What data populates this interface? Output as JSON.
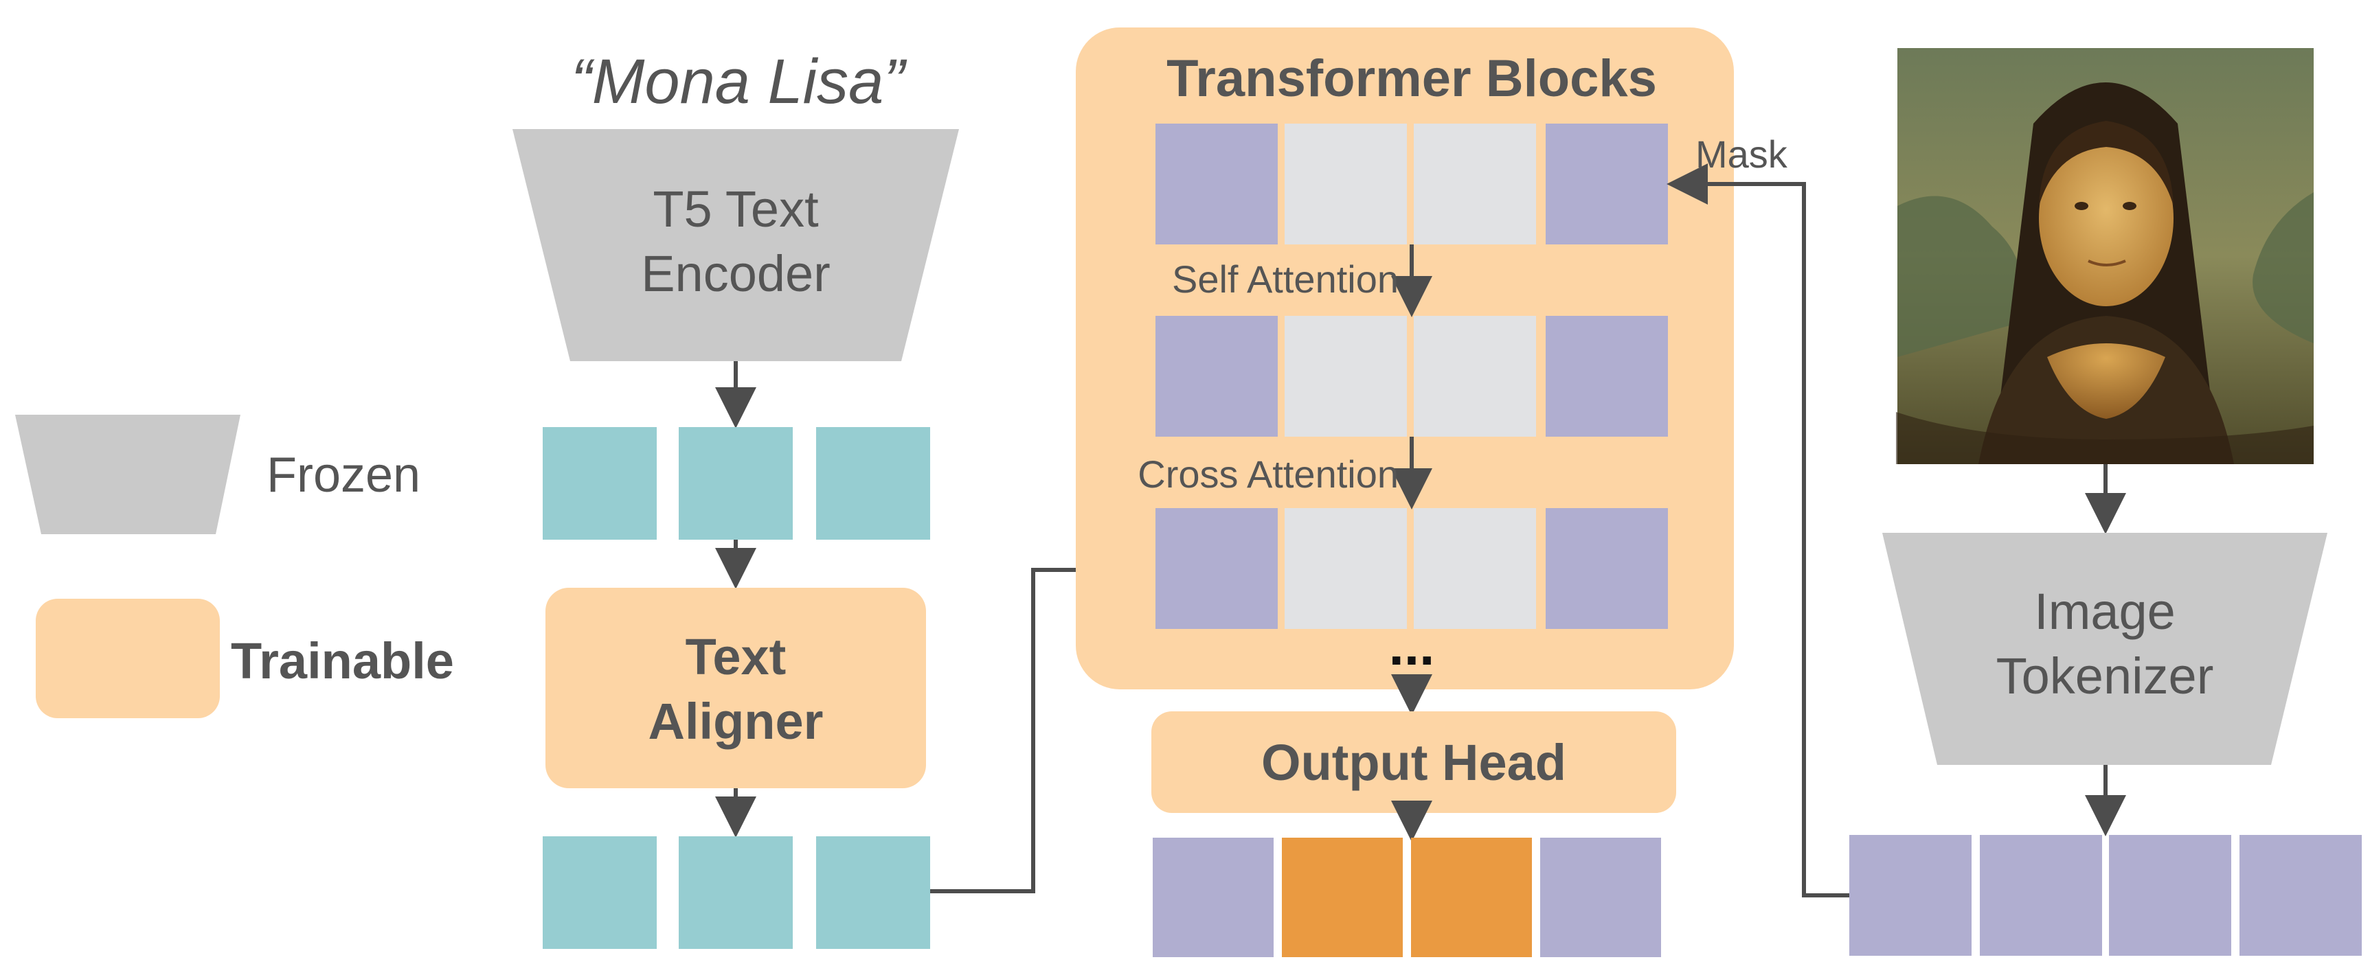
{
  "legend": {
    "frozen_label": "Frozen",
    "trainable_label": "Trainable"
  },
  "text_branch": {
    "prompt": "“Mona Lisa”",
    "encoder_line1": "T5 Text",
    "encoder_line2": "Encoder",
    "aligner_line1": "Text",
    "aligner_line2": "Aligner"
  },
  "transformer": {
    "title": "Transformer Blocks",
    "self_attention_label": "Self Attention",
    "cross_attention_label": "Cross Attention",
    "ellipsis": "...",
    "mask_label": "Mask"
  },
  "output": {
    "head_label": "Output Head"
  },
  "image_branch": {
    "image_name": "mona-lisa-painting",
    "tokenizer_line1": "Image",
    "tokenizer_line2": "Tokenizer"
  },
  "colors": {
    "frozen_gray": "#c9c9c9",
    "trainable_peach": "#fdd5a5",
    "text_token_teal": "#96cdd1",
    "image_token_lavender": "#b0aed0",
    "masked_token_gray": "#e1e2e4",
    "predicted_token_orange": "#ea9a41",
    "arrow": "#4d4d4d"
  }
}
